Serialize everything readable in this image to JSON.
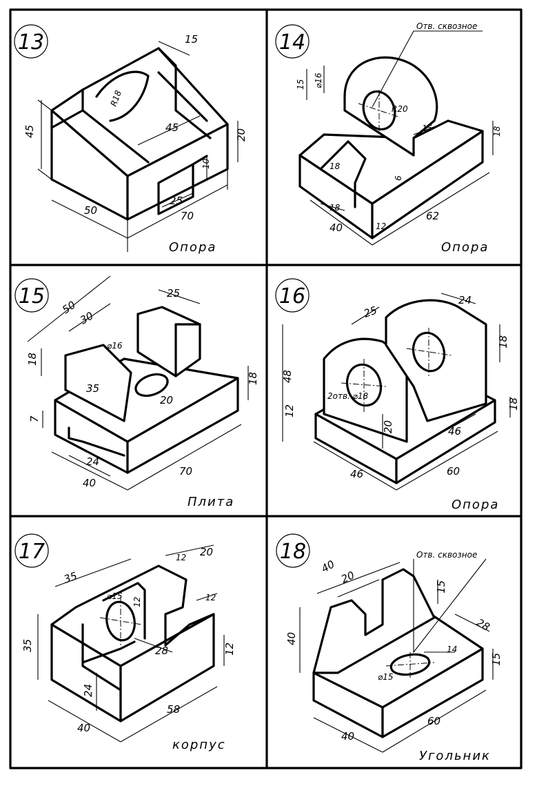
{
  "panels": [
    {
      "number": "13",
      "title": "Опора",
      "dims": [
        "15",
        "R18",
        "45",
        "45",
        "20",
        "10",
        "25",
        "50",
        "70"
      ]
    },
    {
      "number": "14",
      "title": "Опора",
      "note": "Отв. сквозное",
      "dims": [
        "15",
        "⌀16",
        "R20",
        "15",
        "18",
        "18",
        "18",
        "6",
        "40",
        "12",
        "62"
      ]
    },
    {
      "number": "15",
      "title": "Плита",
      "dims": [
        "50",
        "30",
        "25",
        "⌀16",
        "18",
        "35",
        "20",
        "18",
        "7",
        "24",
        "40",
        "70"
      ]
    },
    {
      "number": "16",
      "title": "Опора",
      "dims": [
        "25",
        "24",
        "48",
        "18",
        "12",
        "2отв. ⌀18",
        "20",
        "18",
        "46",
        "46",
        "60"
      ]
    },
    {
      "number": "17",
      "title": "корпус",
      "dims": [
        "20",
        "12",
        "35",
        "⌀15",
        "12",
        "12",
        "35",
        "28",
        "24",
        "12",
        "40",
        "58"
      ]
    },
    {
      "number": "18",
      "title": "Угольник",
      "note": "Отв. сквозное",
      "dims": [
        "40",
        "20",
        "15",
        "28",
        "40",
        "14",
        "⌀15",
        "15",
        "40",
        "60"
      ]
    }
  ],
  "colors": {
    "ink": "#000000",
    "paper": "#ffffff"
  }
}
